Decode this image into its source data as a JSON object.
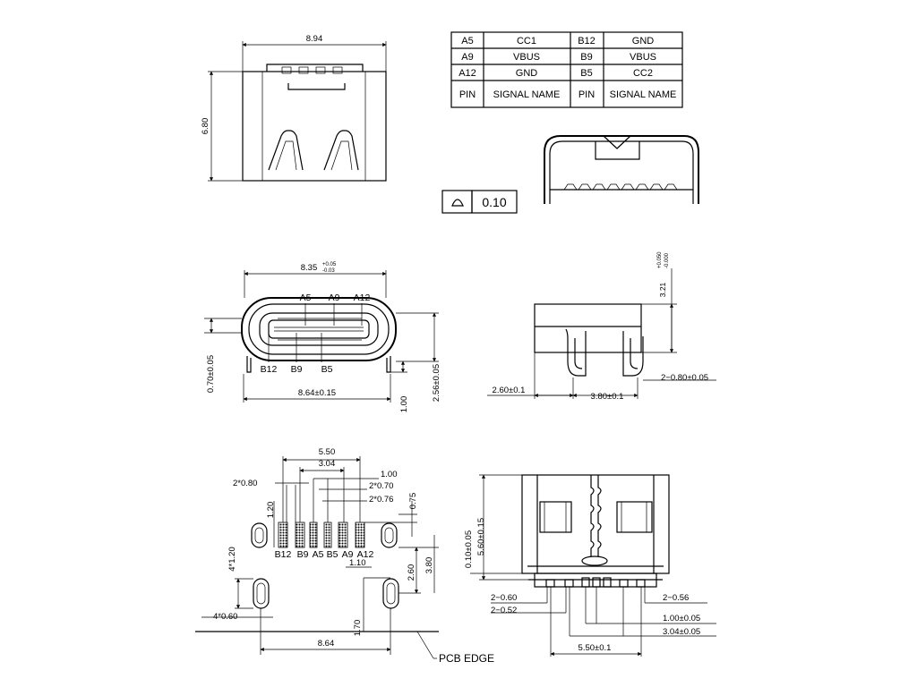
{
  "pin_table": {
    "rows": [
      {
        "pin1": "A5",
        "sig1": "CC1",
        "pin2": "B12",
        "sig2": "GND"
      },
      {
        "pin1": "A9",
        "sig1": "VBUS",
        "pin2": "B9",
        "sig2": "VBUS"
      },
      {
        "pin1": "A12",
        "sig1": "GND",
        "pin2": "B5",
        "sig2": "CC2"
      }
    ],
    "header": {
      "pin1": "PIN",
      "sig1": "SIGNAL NAME",
      "pin2": "PIN",
      "sig2": "SIGNAL NAME"
    }
  },
  "flatness": {
    "value": "0.10"
  },
  "top_view": {
    "width": "8.94",
    "height": "6.80"
  },
  "front_view": {
    "width": "8.35",
    "width_tol_plus": "+0.05",
    "width_tol_minus": "-0.03",
    "top_labels": [
      "A5",
      "A9",
      "A12"
    ],
    "bottom_labels": [
      "B12",
      "B9",
      "B5"
    ],
    "pin_span": "8.64±0.15",
    "left_height": "0.70±0.05",
    "right_height": "2.56±0.05",
    "leg_height": "1.00"
  },
  "side_view": {
    "height": "3.21",
    "height_tol_plus": "+0.050",
    "height_tol_minus": "-0.000",
    "left_offset": "2.60±0.1",
    "pitch": "3.80±0.1",
    "leg_width": "2−0.80±0.05"
  },
  "footprint": {
    "labels": [
      "B12",
      "B9",
      "A5",
      "B5",
      "A9",
      "A12"
    ],
    "dims": {
      "d550": "5.50",
      "d304": "3.04",
      "d100": "1.00",
      "d2x080": "2*0.80",
      "d2x070": "2*0.70",
      "d2x076": "2*0.76",
      "d075": "0.75",
      "d120": "1.20",
      "d4x120": "4*1.20",
      "d110": "1.10",
      "d260": "2.60",
      "d380": "3.80",
      "d4x060": "4*0.60",
      "d170": "1.70",
      "d864": "8.64"
    },
    "pcb_edge": "PCB EDGE"
  },
  "bottom_view": {
    "dims": {
      "v1": "0.10±0.05",
      "v2": "5.60±0.15",
      "l1": "2−0.60",
      "l2": "2−0.52",
      "r1": "2−0.56",
      "r2": "1.00±0.05",
      "r3": "3.04±0.05",
      "b1": "5.50±0.1"
    }
  }
}
